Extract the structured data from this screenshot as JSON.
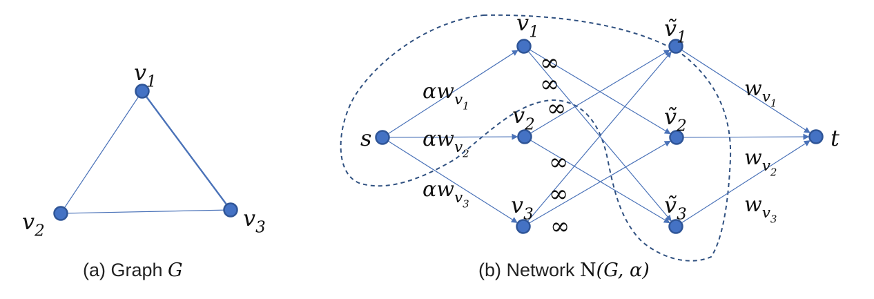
{
  "graph_a": {
    "nodes": [
      {
        "id": "v1",
        "base": "v",
        "sub": "1"
      },
      {
        "id": "v2",
        "base": "v",
        "sub": "2"
      },
      {
        "id": "v3",
        "base": "v",
        "sub": "3"
      }
    ],
    "edges": [
      [
        "v1",
        "v2"
      ],
      [
        "v1",
        "v3"
      ],
      [
        "v2",
        "v3"
      ]
    ],
    "caption": {
      "prefix": "(a)  Graph ",
      "math": "G"
    }
  },
  "graph_b": {
    "nodes": [
      {
        "id": "s",
        "base": "s",
        "sub": ""
      },
      {
        "id": "v1",
        "base": "v",
        "sub": "1"
      },
      {
        "id": "v2",
        "base": "v",
        "sub": "2"
      },
      {
        "id": "v3",
        "base": "v",
        "sub": "3"
      },
      {
        "id": "vt1",
        "base": "ṽ",
        "sub": "1"
      },
      {
        "id": "vt2",
        "base": "ṽ",
        "sub": "2"
      },
      {
        "id": "vt3",
        "base": "ṽ",
        "sub": "3"
      },
      {
        "id": "t",
        "base": "t",
        "sub": ""
      }
    ],
    "edges": [
      {
        "from": "s",
        "to": "v1",
        "label": "αw",
        "label_sub": "v",
        "label_subsub": "1"
      },
      {
        "from": "s",
        "to": "v2",
        "label": "αw",
        "label_sub": "v",
        "label_subsub": "2"
      },
      {
        "from": "s",
        "to": "v3",
        "label": "αw",
        "label_sub": "v",
        "label_subsub": "3"
      },
      {
        "from": "v1",
        "to": "vt2",
        "label": "∞"
      },
      {
        "from": "v1",
        "to": "vt3",
        "label": "∞"
      },
      {
        "from": "v2",
        "to": "vt1",
        "label": "∞"
      },
      {
        "from": "v2",
        "to": "vt3",
        "label": "∞"
      },
      {
        "from": "v3",
        "to": "vt1",
        "label": "∞"
      },
      {
        "from": "v3",
        "to": "vt2",
        "label": "∞"
      },
      {
        "from": "vt1",
        "to": "t",
        "label": "w",
        "label_sub": "v",
        "label_subsub": "1"
      },
      {
        "from": "vt2",
        "to": "t",
        "label": "w",
        "label_sub": "v",
        "label_subsub": "2"
      },
      {
        "from": "vt3",
        "to": "t",
        "label": "w",
        "label_sub": "v",
        "label_subsub": "3"
      }
    ],
    "caption": {
      "prefix": "(b)  Network ",
      "math_n": "N",
      "math": "(G, α)"
    }
  }
}
